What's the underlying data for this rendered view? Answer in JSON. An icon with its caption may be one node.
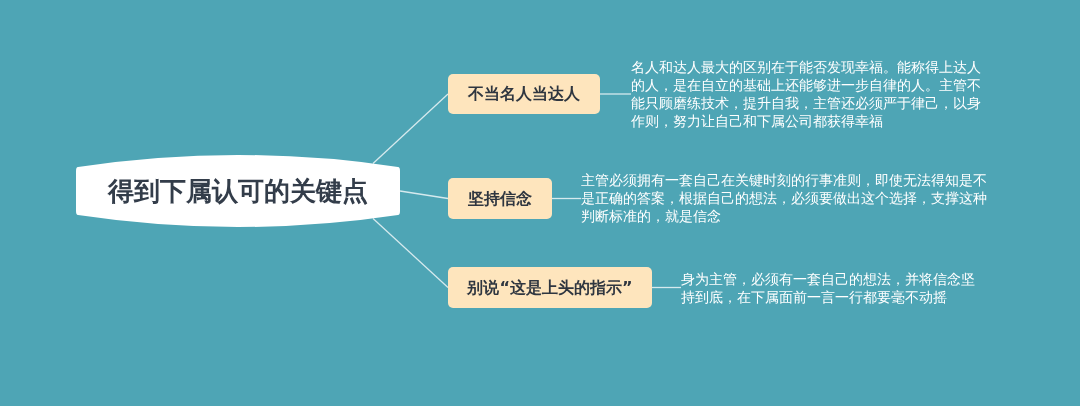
{
  "diagram": {
    "nodes": [
      {
        "text": [
          "得到下属认可的关键点"
        ]
      },
      {
        "text": [
          "不当名人当达人"
        ]
      },
      {
        "text": [
          "坚持信念"
        ]
      },
      {
        "text": [
          "别说“这是上头的指示”"
        ]
      },
      {
        "text": [
          "名人和达人最大的区别在于能否发现幸福。能称得上达人的人，是在自立的基础上还能够进一步自律的人。主管不能只顾磨练技术，提升自我，主管还必须严于律己，以身作则，努力让自己和下属公司都获得幸福"
        ]
      },
      {
        "text": [
          "主管必须拥有一套自己在关键时刻的行事准则，即使无法得知是不是正确的答案，根据自己的想法，必须要做出这个选择，支撑这种判断标准的，就是信念"
        ]
      },
      {
        "text": [
          "身为主管，必须有一套自己的想法，并将信念坚持到底，在下属面前一言一行都要毫不动摇"
        ]
      }
    ],
    "edges": [
      {
        "from": 0,
        "to": 1,
        "arrow": "none"
      },
      {
        "from": 0,
        "to": 2,
        "arrow": "none"
      },
      {
        "from": 0,
        "to": 3,
        "arrow": "none"
      },
      {
        "from": 1,
        "to": 4,
        "arrow": "none"
      },
      {
        "from": 2,
        "to": 5,
        "arrow": "none"
      },
      {
        "from": 3,
        "to": 6,
        "arrow": "none"
      }
    ]
  }
}
